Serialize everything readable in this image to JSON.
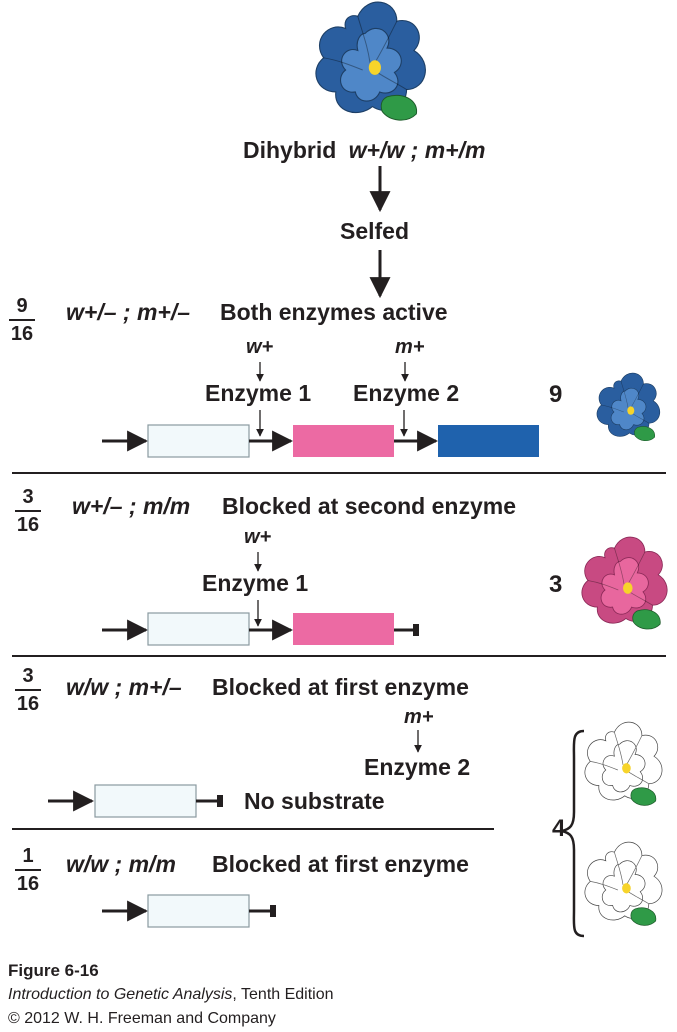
{
  "top": {
    "cross_label": "Dihybrid",
    "cross_genotype": "w+/w ; m+/m",
    "selfed": "Selfed"
  },
  "classes": [
    {
      "numerator": "9",
      "denominator": "16",
      "genotype": "w+/– ; m+/–",
      "description": "Both enzymes active",
      "gene1": "w+",
      "enzyme1": "Enzyme 1",
      "gene2": "m+",
      "enzyme2": "Enzyme 2",
      "count": "9",
      "flower_color": "blue"
    },
    {
      "numerator": "3",
      "denominator": "16",
      "genotype": "w+/– ; m/m",
      "description": "Blocked at second enzyme",
      "gene1": "w+",
      "enzyme1": "Enzyme 1",
      "count": "3",
      "flower_color": "pink"
    },
    {
      "numerator": "3",
      "denominator": "16",
      "genotype": "w/w ; m+/–",
      "description": "Blocked at first enzyme",
      "gene2": "m+",
      "enzyme2": "Enzyme 2",
      "note": "No substrate",
      "flower_color": "white"
    },
    {
      "numerator": "1",
      "denominator": "16",
      "genotype": "w/w ; m/m",
      "description": "Blocked at first enzyme",
      "flower_color": "white"
    }
  ],
  "white_count": "4",
  "colors": {
    "blue": "#4f87c8",
    "blue_dark": "#2a5e9f",
    "pink": "#e8679e",
    "pink_dark": "#c84a82",
    "pink_box": "#ec6aa3",
    "blue_box": "#1f62ad",
    "white_box_fill": "#f2f9fb",
    "leaf": "#2f9a47",
    "eye": "#f7d42a",
    "ink": "#231f20"
  },
  "caption": {
    "figure": "Figure 6-16",
    "book": "Introduction to Genetic Analysis",
    "edition": ", Tenth Edition",
    "copyright": "© 2012 W. H. Freeman and Company"
  }
}
